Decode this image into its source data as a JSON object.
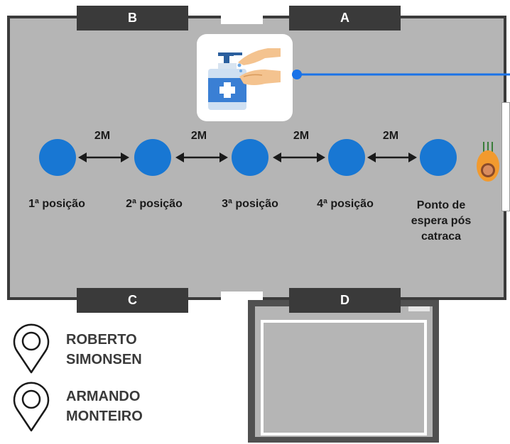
{
  "rooms": {
    "tabs": {
      "a": "A",
      "b": "B",
      "c": "C",
      "d": "D"
    }
  },
  "distances": [
    "2M",
    "2M",
    "2M",
    "2M"
  ],
  "positions": [
    "1ª posição",
    "2ª posição",
    "3ª posição",
    "4ª posição"
  ],
  "waiting_point": {
    "line1": "Ponto de",
    "line2": "espera pós",
    "line3": "catraca"
  },
  "locations": [
    {
      "line1": "ROBERTO",
      "line2": "SIMONSEN"
    },
    {
      "line1": "ARMANDO",
      "line2": "MONTEIRO"
    }
  ],
  "colors": {
    "accent_blue": "#1877d3",
    "room_fill": "#b5b5b5",
    "tab_dark": "#3a3a3a",
    "connector_blue": "#1a73e8"
  },
  "icons": [
    "hand-sanitizer-icon",
    "person-topview-icon",
    "location-pin-icon",
    "double-arrow-icon"
  ]
}
